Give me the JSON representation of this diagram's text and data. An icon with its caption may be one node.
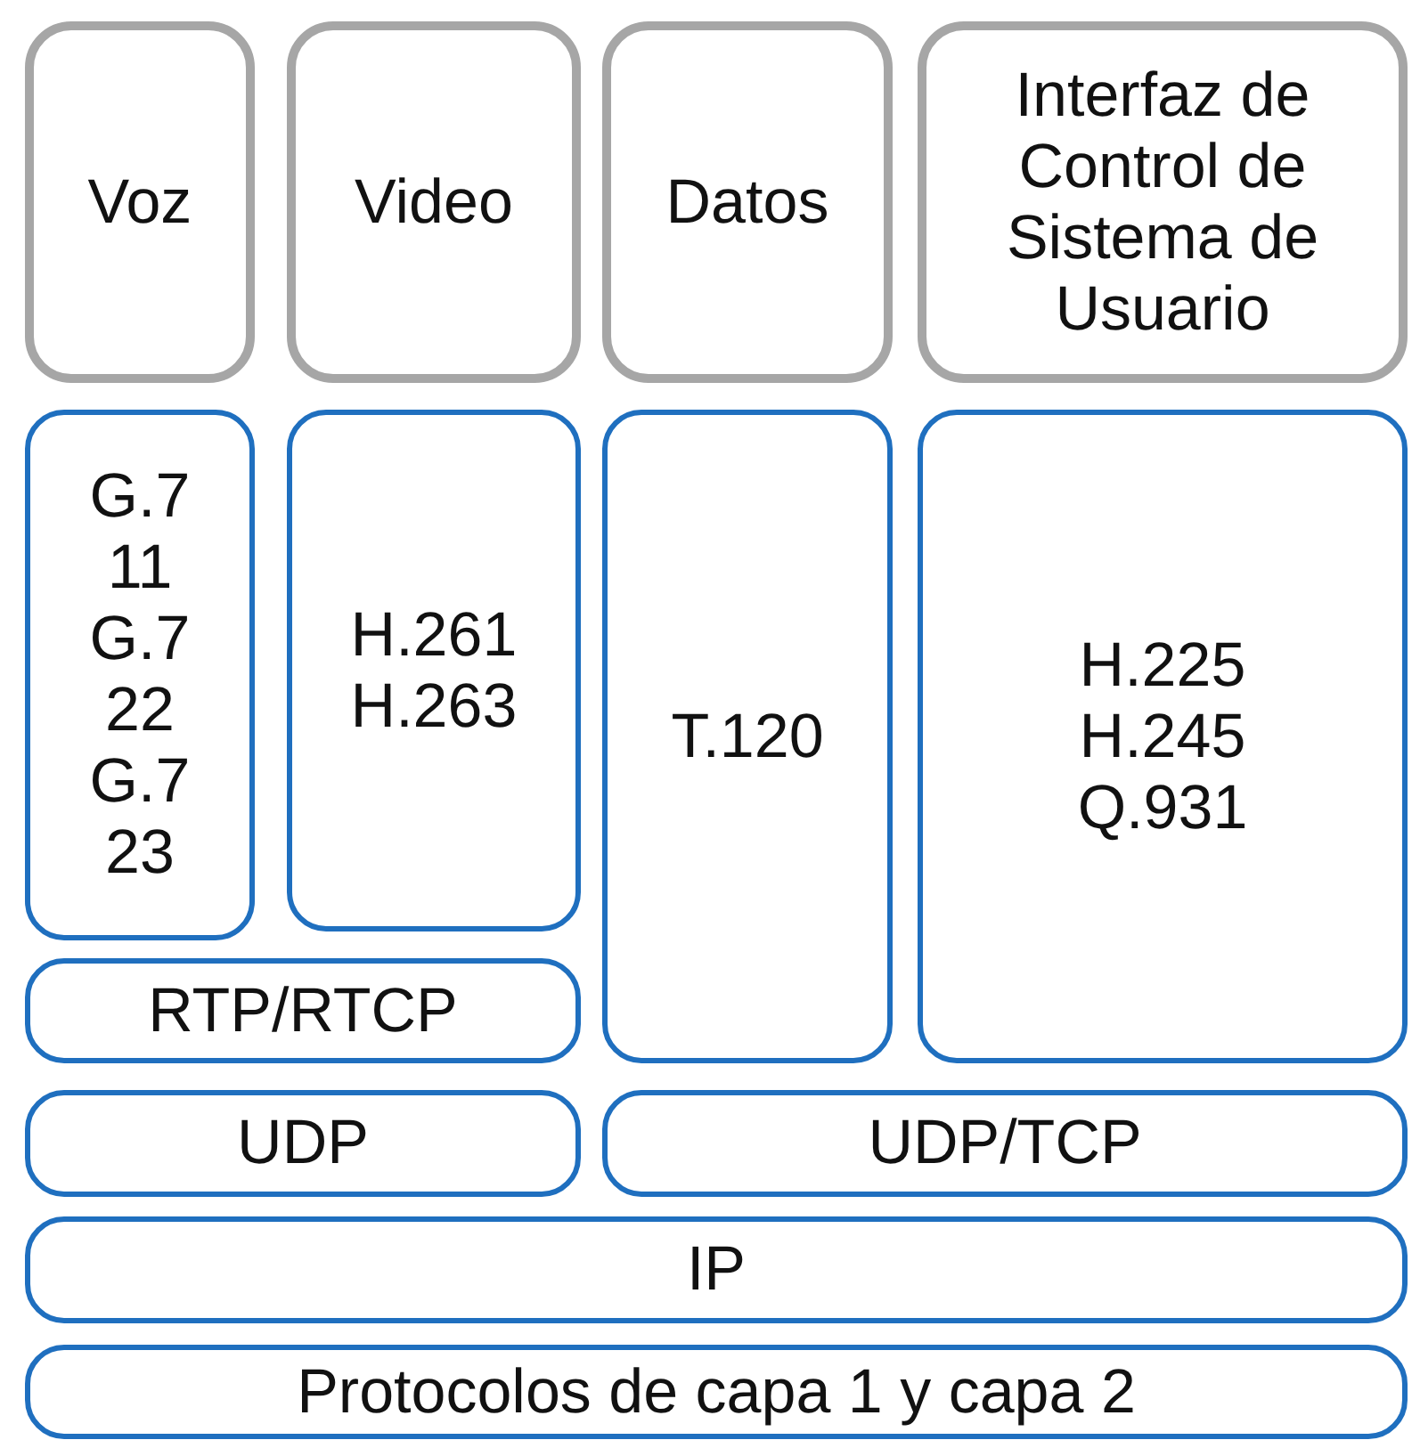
{
  "diagram": {
    "nodes": [
      {
        "text": [
          "Voz"
        ]
      },
      {
        "text": [
          "Video"
        ]
      },
      {
        "text": [
          "Datos"
        ]
      },
      {
        "text": [
          "Interfaz de Control de Sistema de Usuario"
        ]
      },
      {
        "text": [
          "G.711 G.722 G.723"
        ]
      },
      {
        "text": [
          "H.261 H.263"
        ]
      },
      {
        "text": [
          "T.120"
        ]
      },
      {
        "text": [
          "H.225 H.245 Q.931"
        ]
      },
      {
        "text": [
          "RTP/RTCP"
        ]
      },
      {
        "text": [
          "UDP"
        ]
      },
      {
        "text": [
          "UDP/TCP"
        ]
      },
      {
        "text": [
          "IP"
        ]
      },
      {
        "text": [
          "Protocolos de capa 1 y capa 2"
        ]
      }
    ]
  }
}
